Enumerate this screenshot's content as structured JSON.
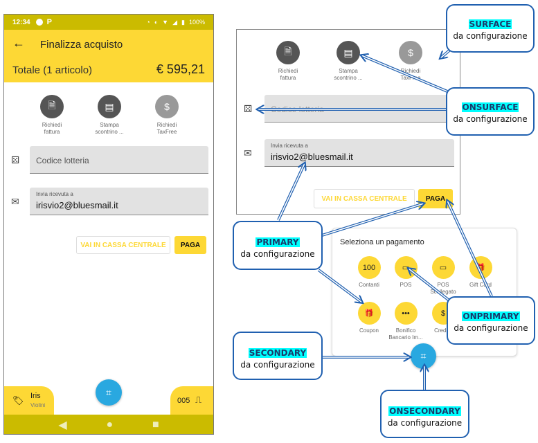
{
  "phone": {
    "status_bar": {
      "time": "12:34",
      "p_glyph": "P",
      "battery": "100%"
    },
    "app_bar": {
      "title": "Finalizza acquisto",
      "total_label": "Totale (1 articolo)",
      "total_value": "€ 595,21"
    },
    "actions": [
      {
        "icon": "invoice-icon",
        "label_line1": "Richiedi",
        "label_line2": "fattura",
        "enabled": true
      },
      {
        "icon": "receipt-print-icon",
        "label_line1": "Stampa",
        "label_line2": "scontrino ...",
        "enabled": true
      },
      {
        "icon": "taxfree-icon",
        "label_line1": "Richiedi",
        "label_line2": "TaxFree",
        "enabled": false
      }
    ],
    "lottery_field": {
      "placeholder": "Codice lotteria",
      "value": ""
    },
    "receipt_field": {
      "label": "Invia ricevuta a",
      "value": "irisvio2@bluesmail.it"
    },
    "buttons": {
      "central_cash": "VAI IN CASSA CENTRALE",
      "pay": "PAGA"
    },
    "bottom_left": {
      "name": "Iris",
      "subtitle": "Violini"
    },
    "bottom_right": {
      "code": "005"
    }
  },
  "mock": {
    "actions": [
      {
        "label_line1": "Richiedi",
        "label_line2": "fattura"
      },
      {
        "label_line1": "Stampa",
        "label_line2": "scontrino ..."
      },
      {
        "label_line1": "Richiedi",
        "label_line2": "TaxFree"
      }
    ],
    "lottery_placeholder": "Codice lotteria",
    "receipt_label": "Invia ricevuta a",
    "receipt_value": "irisvio2@bluesmail.it",
    "central_cash": "VAI IN CASSA CENTRALE",
    "pay": "PAGA",
    "payment_sheet": {
      "heading": "Seleziona un pagamento",
      "methods": [
        {
          "label": "Contanti",
          "glyph": "100"
        },
        {
          "label": "POS",
          "glyph": "▭"
        },
        {
          "label": "POS Scollegato",
          "glyph": "▭"
        },
        {
          "label": "Gift Card",
          "glyph": "🎁"
        },
        {
          "label": "Coupon",
          "glyph": "🎁"
        },
        {
          "label": "Bonifico Bancario Im...",
          "glyph": "•••"
        },
        {
          "label": "Credito",
          "glyph": "$"
        }
      ]
    }
  },
  "callouts": {
    "surface": {
      "keyword": "SURFACE",
      "subtitle": "da configurazione"
    },
    "onsurface": {
      "keyword": "ONSURFACE",
      "subtitle": "da configurazione"
    },
    "primary": {
      "keyword": "PRIMARY",
      "subtitle": "da configurazione"
    },
    "onprimary": {
      "keyword": "ONPRIMARY",
      "subtitle": "da configurazione"
    },
    "secondary": {
      "keyword": "SECONDARY",
      "subtitle": "da configurazione"
    },
    "onsecondary": {
      "keyword": "ONSECONDARY",
      "subtitle": "da configurazione"
    }
  },
  "colors": {
    "primary": "#fdd835",
    "status_bar": "#cbbb00",
    "secondary": "#29a8e0",
    "surface_icon": "#555555",
    "callout_border": "#2060b0",
    "highlight": "#00ffff"
  }
}
